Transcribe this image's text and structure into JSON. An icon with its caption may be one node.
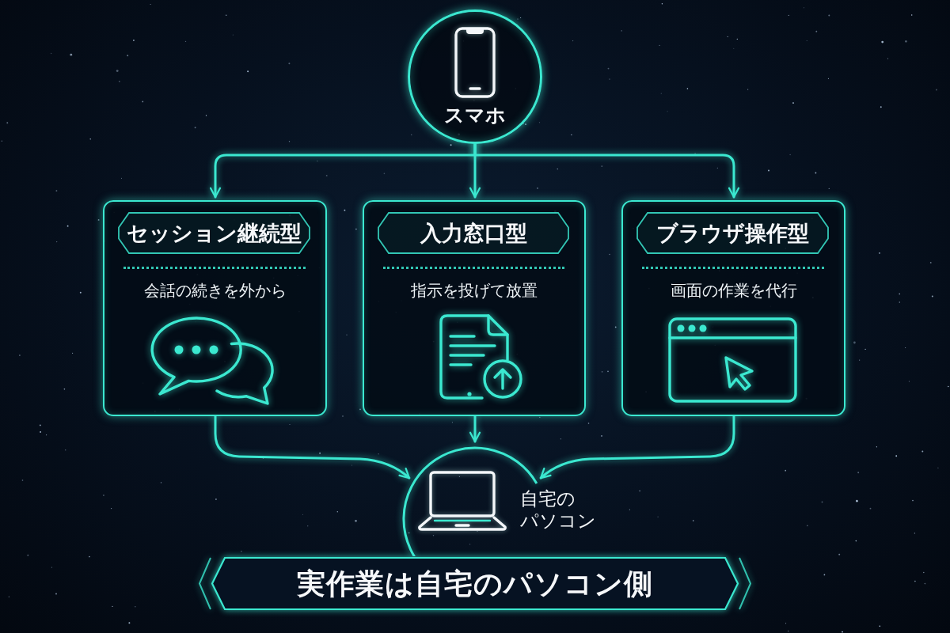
{
  "diagram": {
    "nodes": [
      {
        "text": [
          "スマホ"
        ]
      },
      {
        "text": [
          "セッション継続型",
          "会話の続きを外から"
        ]
      },
      {
        "text": [
          "入力窓口型",
          "指示を投げて放置"
        ]
      },
      {
        "text": [
          "ブラウザ操作型",
          "画面の作業を代行"
        ]
      },
      {
        "text": [
          "自宅のパソコン"
        ]
      },
      {
        "text": [
          "実作業は自宅のパソコン側"
        ]
      }
    ],
    "edges": [
      {
        "from": 0,
        "to": 1,
        "arrow": "to"
      },
      {
        "from": 0,
        "to": 2,
        "arrow": "to"
      },
      {
        "from": 0,
        "to": 3,
        "arrow": "to"
      },
      {
        "from": 1,
        "to": 4,
        "arrow": "to"
      },
      {
        "from": 2,
        "to": 4,
        "arrow": "to"
      },
      {
        "from": 3,
        "to": 4,
        "arrow": "to"
      }
    ]
  }
}
